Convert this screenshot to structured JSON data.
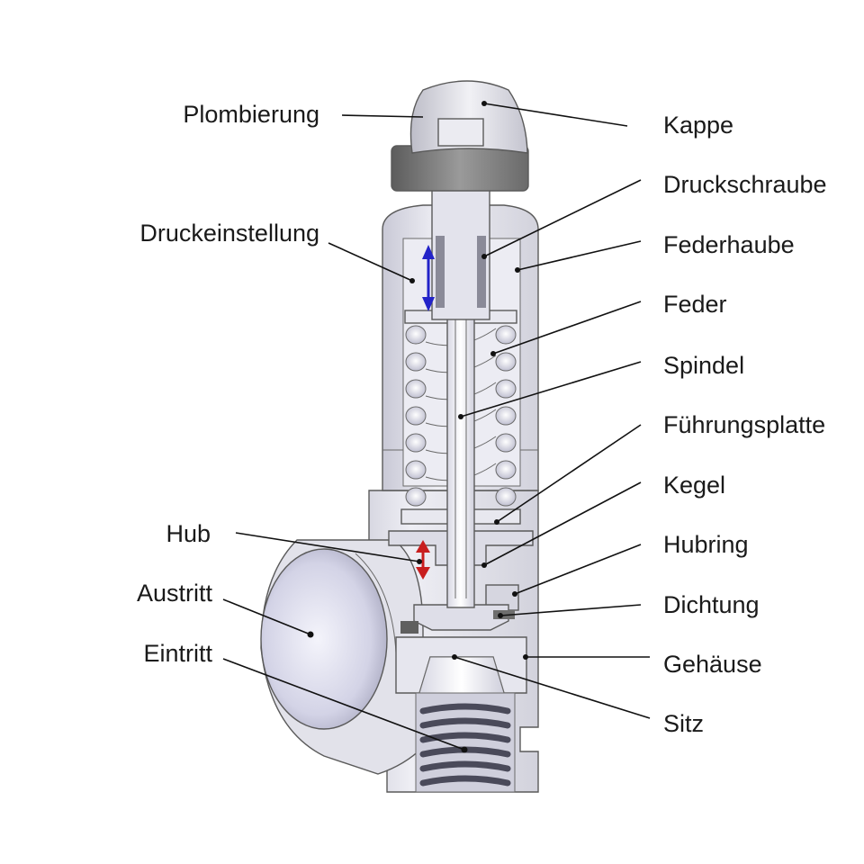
{
  "labels": {
    "plombierung": "Plombierung",
    "druckeinstellung": "Druckeinstellung",
    "hub": "Hub",
    "austritt": "Austritt",
    "eintritt": "Eintritt",
    "kappe": "Kappe",
    "druckschraube": "Druckschraube",
    "federhaube": "Federhaube",
    "feder": "Feder",
    "spindel": "Spindel",
    "fuehrungsplatte": "Führungsplatte",
    "kegel": "Kegel",
    "hubring": "Hubring",
    "dichtung": "Dichtung",
    "gehaeuse": "Gehäuse",
    "sitz": "Sitz"
  },
  "colors": {
    "body": "#e4e4ec",
    "cut_face": "#f2f2f6",
    "shadow": "#b9b9c6",
    "seal_ring": "#7b7b7b",
    "set_arrow": "#2323c8",
    "lift_arrow": "#c81e1e",
    "leader": "#111111"
  }
}
